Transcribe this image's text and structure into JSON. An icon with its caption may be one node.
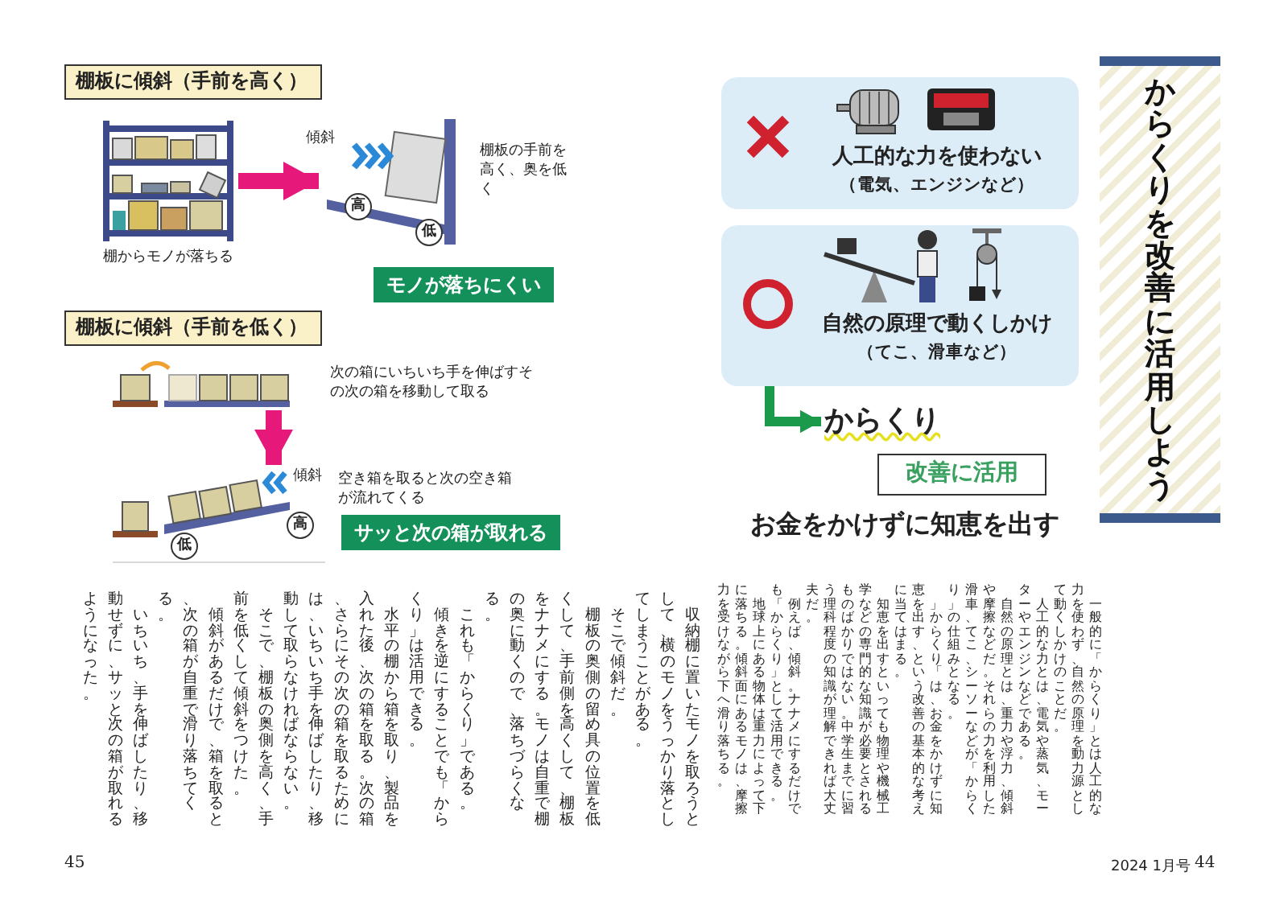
{
  "diagram": {
    "title": "からくりを改善に活用しよう",
    "nodes": [
      {
        "text": [
          "人工的な力を使わない",
          "（電気、エンジンなど）"
        ]
      },
      {
        "text": [
          "自然の原理で動くしかけ",
          "（てこ、滑車など）"
        ]
      },
      {
        "text": [
          "からくり"
        ]
      },
      {
        "text": [
          "改善に活用"
        ]
      },
      {
        "text": [
          "棚板に傾斜（手前を高く）"
        ]
      },
      {
        "text": [],
        "shape": "picture"
      },
      {
        "text": [],
        "shape": "picture"
      },
      {
        "text": [
          "高"
        ],
        "in": 6
      },
      {
        "text": [
          "低"
        ],
        "in": 6
      },
      {
        "text": [
          "モノが落ちにくい"
        ]
      },
      {
        "text": [
          "棚板に傾斜（手前を低く）"
        ]
      },
      {
        "text": [],
        "shape": "picture"
      },
      {
        "text": [],
        "shape": "picture"
      },
      {
        "text": [
          "高"
        ],
        "in": 12
      },
      {
        "text": [
          "低"
        ],
        "in": 12
      },
      {
        "text": [
          "サッと次の箱が取れる"
        ]
      }
    ],
    "edges": [
      {
        "from": 1,
        "to": 2,
        "arrow": "to",
        "color": "#1a9a4a"
      },
      {
        "from": 5,
        "to": 6,
        "arrow": "to"
      },
      {
        "from": 11,
        "to": 12,
        "arrow": "to"
      }
    ],
    "labels": [
      "お金をかけずに知恵を出す",
      "一般的に「からくり」とは人工的な力を使わず、自然の原理を動力源として動くしかけのことだ。",
      "人工的な力とは、電気や蒸気、モーターやエンジンなどである。",
      "自然の原理とは、重力や浮力、傾斜や摩擦などだ。それらの力を利用した滑車、てこ、シーソーなどが「からくり」の仕組みとなる。",
      "「からくり」は、お金をかけずに知恵を出す、という改善の基本的な考えに当てはまる。",
      "知恵を出すといっても物理や機械工学などの専門的な知識が必要とされるものばかりではない。中学生までに習う理科程度の知識が理解できれば大丈夫だ。",
      "例えば、傾斜。ナナメにするだけでも「からくり」として活用できる。",
      "地球上にある物体は重力によって下に落ちる。傾斜面にあるモノは、摩擦力を受けながら下へ滑り落ちる。",
      "棚からモノが落ちる",
      "傾斜",
      "棚板の手前を高く、奥を低く",
      "次の箱にいちいち手を伸ばすその次の箱を移動して取る",
      "傾斜",
      "空き箱を取ると次の空き箱が流れてくる",
      "収納棚に置いたモノを取ろうとして、横のモノをうっかり落としてしまうことがある。",
      "そこで傾斜だ。",
      "棚板の奥側の留め具の位置を低くして、手前側を高くして、棚板をナナメにする。モノは自重で棚の奥に動くので、落ちづらくなる。",
      "これも「からくり」である。",
      "傾きを逆にすることでも「からくり」は活用できる。",
      "水平の棚から箱を取り、製品を入れた後、次の箱を取る。次の箱、さらにその次の箱を取るためには、いちいち手を伸ばしたり、移動して取らなければならない。",
      "そこで、棚板の奥側を高く、手前を低くして傾斜をつけた。",
      "傾斜があるだけで、箱を取ると、次の箱が自重で滑り落ちてくる。",
      "いちいち、手を伸ばしたり、移動せずに、サッと次の箱が取れるようになった。",
      "2024 1月号",
      "44",
      "45"
    ]
  }
}
